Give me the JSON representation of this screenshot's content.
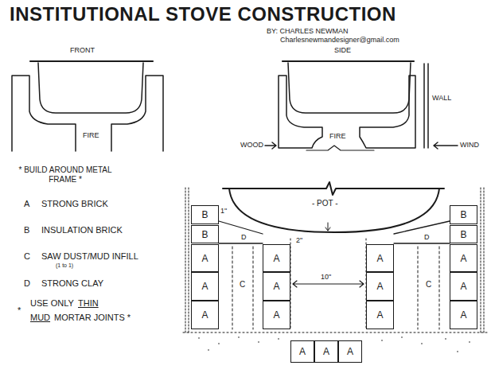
{
  "diagram": {
    "title": "INSTITUTIONAL STOVE CONSTRUCTION",
    "nodes": [
      {
        "text": [
          "B"
        ]
      },
      {
        "text": [
          "B"
        ]
      },
      {
        "text": [
          "B"
        ]
      },
      {
        "text": [
          "B"
        ]
      },
      {
        "text": [
          "A"
        ]
      },
      {
        "text": [
          "A"
        ]
      },
      {
        "text": [
          "A"
        ]
      },
      {
        "text": [
          "A"
        ]
      },
      {
        "text": [
          "A"
        ]
      },
      {
        "text": [
          "A"
        ]
      },
      {
        "text": [
          "A"
        ]
      },
      {
        "text": [
          "A"
        ]
      },
      {
        "text": [
          "A"
        ]
      },
      {
        "text": [
          "A"
        ]
      },
      {
        "text": [
          "A"
        ]
      },
      {
        "text": [
          "A"
        ]
      },
      {
        "text": [
          "A"
        ]
      },
      {
        "text": [
          "A"
        ]
      },
      {
        "text": [
          "A"
        ]
      }
    ],
    "labels": [
      "BY: CHARLES NEWMAN",
      "Charlesnewmandesigner@gmail.com",
      "FRONT",
      "FIRE",
      "SIDE",
      "FIRE",
      "WALL",
      "WOOD",
      "WIND",
      "* BUILD AROUND METAL FRAME *",
      "A",
      "STRONG BRICK",
      "B",
      "INSULATION BRICK",
      "C",
      "SAW DUST/MUD INFILL",
      "(1 to 1)",
      "D",
      "STRONG CLAY",
      "*",
      "USE ONLY",
      "THIN",
      "MUD",
      "MORTAR JOINTS *",
      "- POT -",
      "1\"",
      "2\"",
      "10\"",
      "D",
      "D",
      "C",
      "C"
    ]
  }
}
